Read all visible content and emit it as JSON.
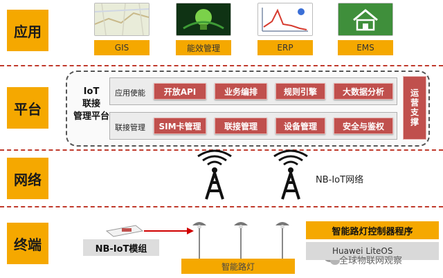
{
  "layers": {
    "application": "应用",
    "platform": "平台",
    "network": "网络",
    "terminal": "终端"
  },
  "apps": [
    {
      "label": "GIS",
      "icon": "map-icon"
    },
    {
      "label": "能效管理",
      "icon": "energy-bulb-icon"
    },
    {
      "label": "ERP",
      "icon": "erp-chart-icon"
    },
    {
      "label": "EMS",
      "icon": "home-icon"
    }
  ],
  "platform": {
    "title_lines": [
      "IoT",
      "联接",
      "管理平台"
    ],
    "rows": [
      {
        "label": "应用使能",
        "items": [
          "开放API",
          "业务编排",
          "规则引擎",
          "大数据分析"
        ]
      },
      {
        "label": "联接管理",
        "items": [
          "SIM卡管理",
          "联接管理",
          "设备管理",
          "安全与鉴权"
        ]
      }
    ],
    "ops_support": "运营支撑"
  },
  "network": {
    "label": "NB-IoT网络",
    "icons": [
      "cell-tower-icon",
      "cell-tower-icon"
    ]
  },
  "terminal": {
    "module": "NB-IoT模组",
    "streetlight": "智能路灯",
    "controller": "智能路灯控制器程序",
    "os": "Huawei LiteOS"
  },
  "watermark": "全球物联网观察",
  "colors": {
    "accent": "#f5a800",
    "function_box": "#c0504d",
    "divider": "#c0392b"
  }
}
